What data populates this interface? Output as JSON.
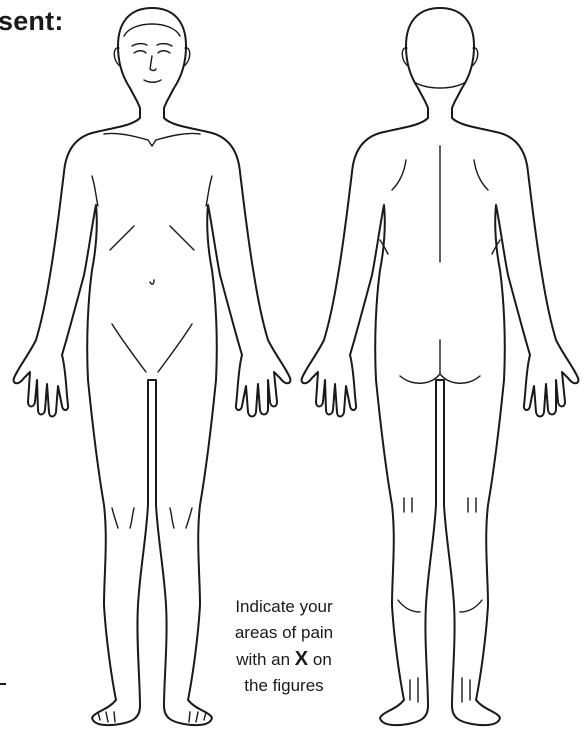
{
  "heading": "sent:",
  "instructions": {
    "line1": "Indicate your",
    "line2": "areas of pain",
    "line3_before": "with an",
    "mark": "X",
    "line3_after": "on",
    "line4": "the figures"
  },
  "colors": {
    "line": "#1a1a1a",
    "background": "#ffffff"
  }
}
